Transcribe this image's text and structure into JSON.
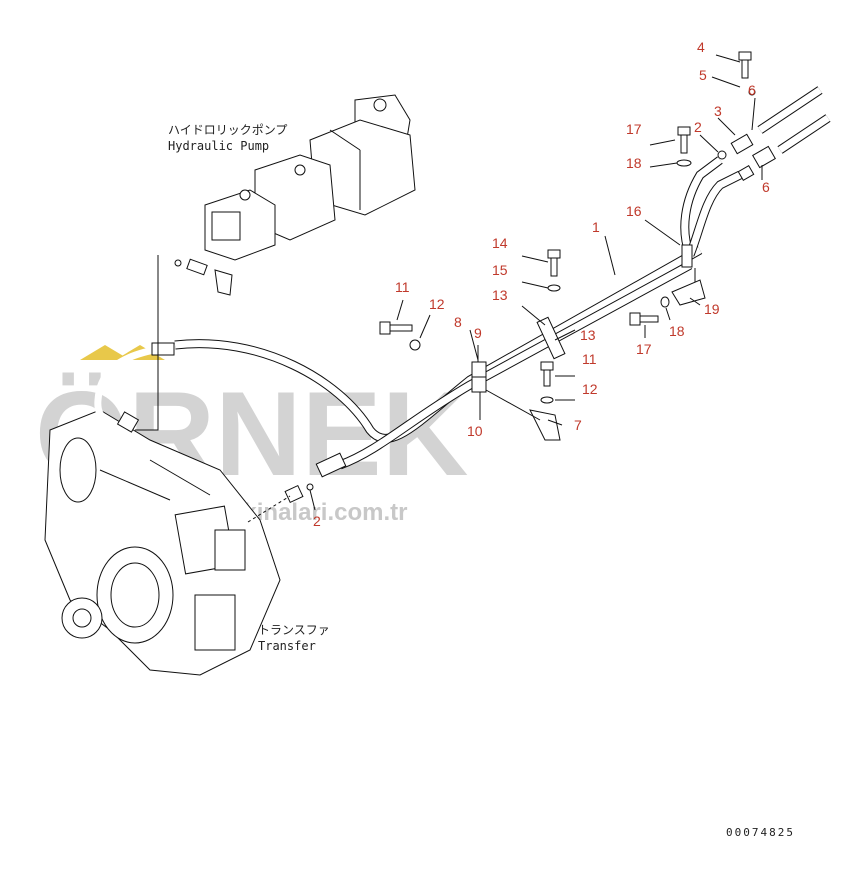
{
  "labels": {
    "pump_jp": "ハイドロリックポンプ",
    "pump_en": "Hydraulic Pump",
    "transfer_jp": "トランスファ",
    "transfer_en": "Transfer"
  },
  "watermark": {
    "brand": "ÖRNEK",
    "url": "orneksmakinalari.com.tr"
  },
  "reference_number": "00074825",
  "part_numbers": {
    "n4": "4",
    "n5": "5",
    "n6a": "6",
    "n3": "3",
    "n17a": "17",
    "n2a": "2",
    "n18a": "18",
    "n6b": "6",
    "n16": "16",
    "n1": "1",
    "n14": "14",
    "n15": "15",
    "n13a": "13",
    "n11a": "11",
    "n12a": "12",
    "n8": "8",
    "n9": "9",
    "n13b": "13",
    "n17b": "17",
    "n18b": "18",
    "n19": "19",
    "n11b": "11",
    "n12b": "12",
    "n10": "10",
    "n7": "7",
    "n2b": "2"
  },
  "colors": {
    "callout": "#c0392b",
    "watermark": "#d3d3d3",
    "accent": "#e8c84a"
  }
}
